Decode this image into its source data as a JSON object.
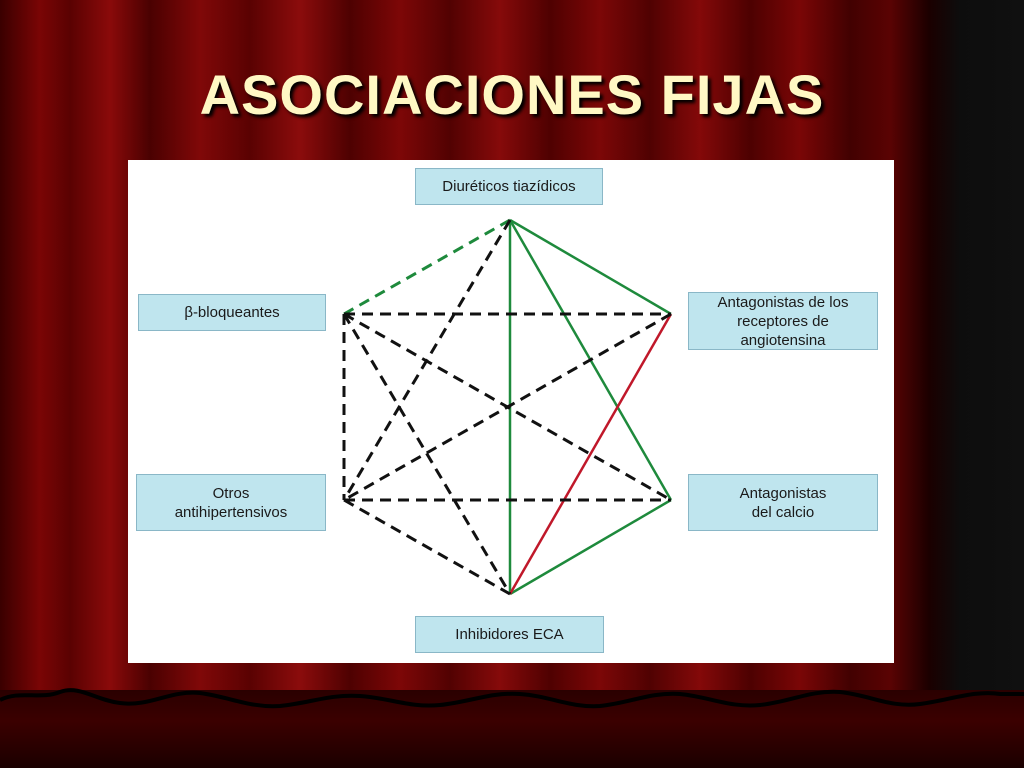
{
  "title": "ASOCIACIONES FIJAS",
  "nodes": {
    "diureticos": "Diuréticos tiazídicos",
    "beta_bloqueantes": "β-bloqueantes",
    "ara2": "Antagonistas de los\nreceptores de\nangiotensina",
    "otros": "Otros\nantihipertensivos",
    "calcio": "Antagonistas\ndel calcio",
    "ieca": "Inhibidores ECA"
  },
  "colors": {
    "node_fill": "#bfe5ee",
    "line_solid_green": "#1e8a3c",
    "line_dashed_green": "#1e8a3c",
    "line_dashed_black": "#111111",
    "line_solid_red": "#c0182a"
  },
  "edges": [
    {
      "from": "diureticos",
      "to": "ara2",
      "style": "solid",
      "color": "green"
    },
    {
      "from": "diureticos",
      "to": "calcio",
      "style": "solid",
      "color": "green"
    },
    {
      "from": "diureticos",
      "to": "ieca",
      "style": "solid",
      "color": "green"
    },
    {
      "from": "calcio",
      "to": "ieca",
      "style": "solid",
      "color": "green"
    },
    {
      "from": "ara2",
      "to": "ieca",
      "style": "solid",
      "color": "red"
    },
    {
      "from": "diureticos",
      "to": "beta_bloqueantes",
      "style": "dashed",
      "color": "green"
    },
    {
      "from": "diureticos",
      "to": "otros",
      "style": "dashed",
      "color": "black"
    },
    {
      "from": "beta_bloqueantes",
      "to": "ara2",
      "style": "dashed",
      "color": "black"
    },
    {
      "from": "beta_bloqueantes",
      "to": "calcio",
      "style": "dashed",
      "color": "black"
    },
    {
      "from": "beta_bloqueantes",
      "to": "otros",
      "style": "dashed",
      "color": "black"
    },
    {
      "from": "beta_bloqueantes",
      "to": "ieca",
      "style": "dashed",
      "color": "black"
    },
    {
      "from": "ara2",
      "to": "otros",
      "style": "dashed",
      "color": "black"
    },
    {
      "from": "otros",
      "to": "calcio",
      "style": "dashed",
      "color": "black"
    },
    {
      "from": "otros",
      "to": "ieca",
      "style": "dashed",
      "color": "black"
    }
  ]
}
